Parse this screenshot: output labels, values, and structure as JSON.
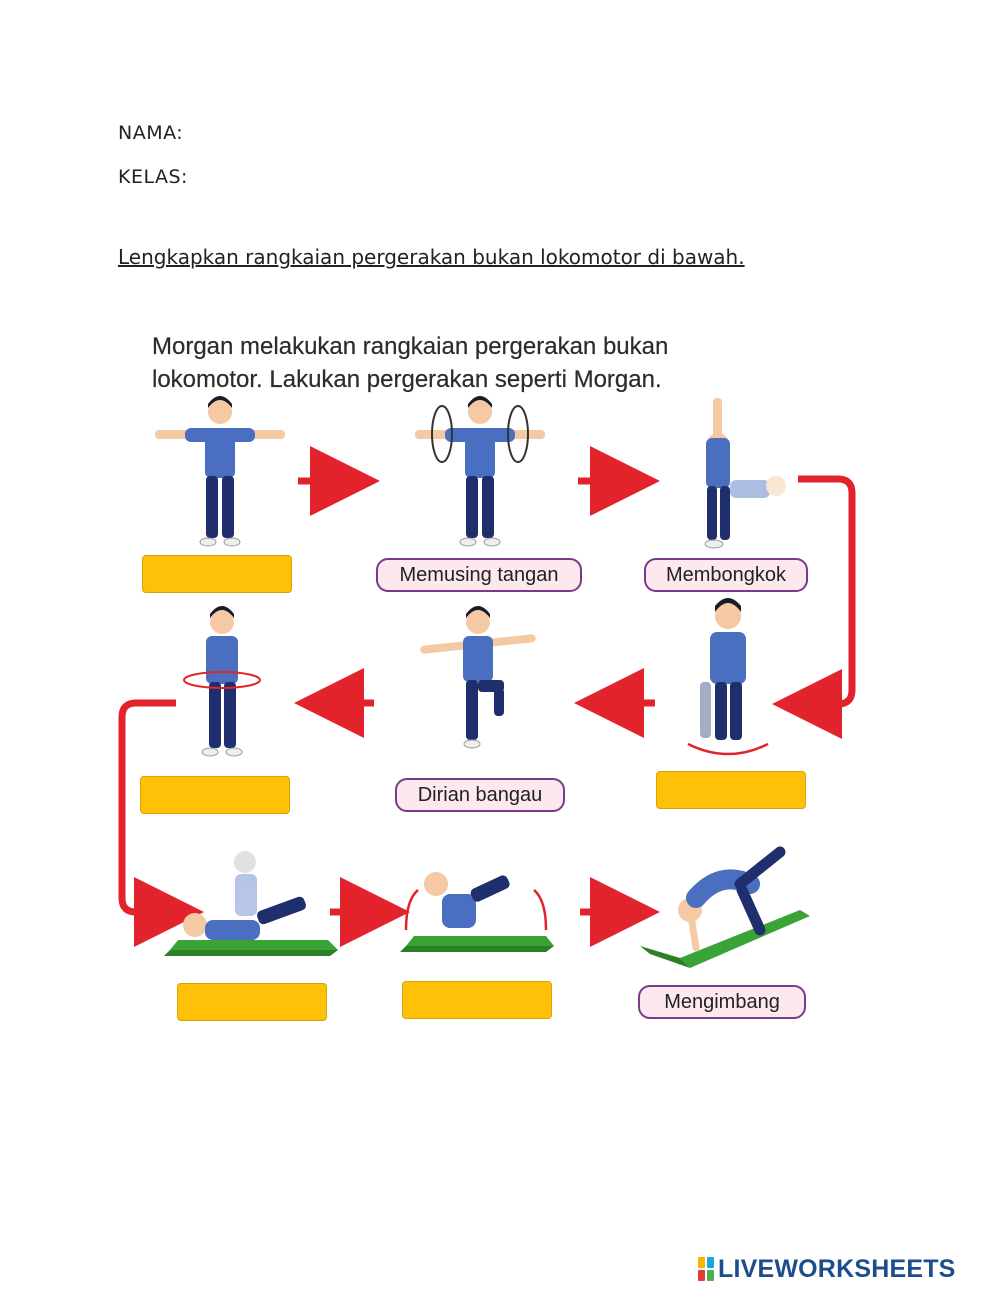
{
  "header": {
    "name_label": "NAMA:",
    "class_label": "KELAS:"
  },
  "instruction": "Lengkapkan rangkaian pergerakan bukan lokomotor di bawah.",
  "intro": {
    "line1": "Morgan melakukan rangkaian pergerakan bukan",
    "line2": "lokomotor. Lakukan pergerakan seperti Morgan."
  },
  "steps": [
    {
      "label": "",
      "type": "answer"
    },
    {
      "label": "Memusing tangan",
      "type": "given"
    },
    {
      "label": "Membongkok",
      "type": "given"
    },
    {
      "label": "",
      "type": "answer"
    },
    {
      "label": "Dirian bangau",
      "type": "given"
    },
    {
      "label": "",
      "type": "answer"
    },
    {
      "label": "",
      "type": "answer"
    },
    {
      "label": "",
      "type": "answer"
    },
    {
      "label": "Mengimbang",
      "type": "given"
    }
  ],
  "footer": {
    "brand": "LIVEWORKSHEETS"
  },
  "colors": {
    "answer_box": "#ffc107",
    "arrow": "#e3232c",
    "pill_border": "#7a3a8c",
    "pill_fill": "#fde8ee",
    "shirt": "#4a6fc0",
    "pants": "#1f2f6e",
    "mat": "#3aa335",
    "brand": "#1d4d8c"
  }
}
